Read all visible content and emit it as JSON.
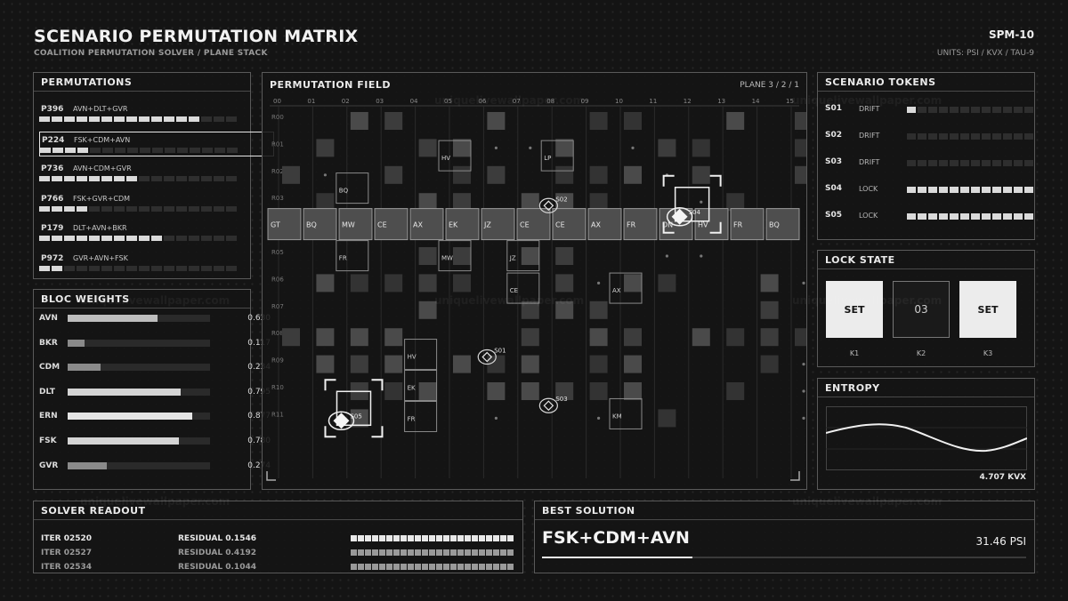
{
  "header": {
    "title": "SCENARIO PERMUTATION MATRIX",
    "subtitle": "COALITION PERMUTATION SOLVER / PLANE STACK",
    "code": "SPM-10",
    "units": "UNITS: PSI / KVX / TAU-9"
  },
  "permutations": {
    "title": "PERMUTATIONS",
    "items": [
      {
        "id": "P396",
        "seq": "AVN+DLT+GVR",
        "fill": 0.8,
        "selected": false
      },
      {
        "id": "P224",
        "seq": "FSK+CDM+AVN",
        "fill": 0.25,
        "selected": true
      },
      {
        "id": "P736",
        "seq": "AVN+CDM+GVR",
        "fill": 0.5,
        "selected": false
      },
      {
        "id": "P766",
        "seq": "FSK+GVR+CDM",
        "fill": 0.25,
        "selected": false
      },
      {
        "id": "P179",
        "seq": "DLT+AVN+BKR",
        "fill": 0.6,
        "selected": false
      },
      {
        "id": "P972",
        "seq": "GVR+AVN+FSK",
        "fill": 0.15,
        "selected": false
      }
    ]
  },
  "bloc_weights": {
    "title": "BLOC WEIGHTS",
    "items": [
      {
        "label": "AVN",
        "value": "0.630",
        "fraction": 0.63,
        "color": "#bdbdbd"
      },
      {
        "label": "BKR",
        "value": "0.117",
        "fraction": 0.117,
        "color": "#8a8a8a"
      },
      {
        "label": "CDM",
        "value": "0.234",
        "fraction": 0.234,
        "color": "#8a8a8a"
      },
      {
        "label": "DLT",
        "value": "0.795",
        "fraction": 0.795,
        "color": "#d4d4d4"
      },
      {
        "label": "ERN",
        "value": "0.877",
        "fraction": 0.877,
        "color": "#e4e4e4"
      },
      {
        "label": "FSK",
        "value": "0.780",
        "fraction": 0.78,
        "color": "#d4d4d4"
      },
      {
        "label": "GVR",
        "value": "0.274",
        "fraction": 0.274,
        "color": "#8a8a8a"
      }
    ]
  },
  "field": {
    "title": "PERMUTATION FIELD",
    "plane": "PLANE 3 / 2 / 1",
    "columns": [
      "00",
      "01",
      "02",
      "03",
      "04",
      "05",
      "06",
      "07",
      "08",
      "09",
      "10",
      "11",
      "12",
      "13",
      "14",
      "15"
    ],
    "rows": [
      "R00",
      "R01",
      "R02",
      "R03",
      "R04",
      "R05",
      "R06",
      "R07",
      "R08",
      "R09",
      "R10",
      "R11"
    ],
    "strip": [
      "GT",
      "BQ",
      "MW",
      "CE",
      "AX",
      "EK",
      "JZ",
      "CE",
      "CE",
      "AX",
      "FR",
      "DN",
      "HV",
      "FR",
      "BQ"
    ],
    "tags": [
      {
        "label": "HV",
        "col": 5,
        "row": 1.55
      },
      {
        "label": "LP",
        "col": 8,
        "row": 1.55
      },
      {
        "label": "BQ",
        "col": 2,
        "row": 2.75
      },
      {
        "label": "FR",
        "col": 2,
        "row": 5.25
      },
      {
        "label": "MW",
        "col": 5,
        "row": 5.25
      },
      {
        "label": "JZ",
        "col": 7,
        "row": 5.25
      },
      {
        "label": "CE",
        "col": 7,
        "row": 6.45
      },
      {
        "label": "AX",
        "col": 10,
        "row": 6.45
      },
      {
        "label": "HV",
        "col": 4,
        "row": 8.9
      },
      {
        "label": "EK",
        "col": 4,
        "row": 10.05
      },
      {
        "label": "FR",
        "col": 4,
        "row": 11.2
      },
      {
        "label": "KM",
        "col": 10,
        "row": 11.1
      }
    ],
    "markers": [
      {
        "label": "S01",
        "col": 6.1,
        "row": 8.8
      },
      {
        "label": "S02",
        "col": 7.9,
        "row": 3.2
      },
      {
        "label": "S03",
        "col": 7.9,
        "row": 10.6
      },
      {
        "label": "S04",
        "col": 12.1,
        "row": 3.15,
        "target": true
      },
      {
        "label": "S05",
        "col": 2.2,
        "row": 10.7,
        "target": true
      }
    ]
  },
  "tokens": {
    "title": "SCENARIO TOKENS",
    "items": [
      {
        "id": "S01",
        "state": "DRIFT",
        "on": 1
      },
      {
        "id": "S02",
        "state": "DRIFT",
        "on": 0
      },
      {
        "id": "S03",
        "state": "DRIFT",
        "on": 0
      },
      {
        "id": "S04",
        "state": "LOCK",
        "on": 12
      },
      {
        "id": "S05",
        "state": "LOCK",
        "on": 12
      }
    ]
  },
  "lock_state": {
    "title": "LOCK STATE",
    "boxes": [
      {
        "label": "K1",
        "value": "SET",
        "on": true
      },
      {
        "label": "K2",
        "value": "03",
        "on": false
      },
      {
        "label": "K3",
        "value": "SET",
        "on": true
      }
    ]
  },
  "entropy": {
    "title": "ENTROPY",
    "value": "4.707 KVX"
  },
  "solver": {
    "title": "SOLVER READOUT",
    "items": [
      {
        "iter": "ITER 02520",
        "residual": "RESIDUAL 0.1546",
        "color": "#e8e8e8"
      },
      {
        "iter": "ITER 02527",
        "residual": "RESIDUAL 0.4192",
        "color": "#9a9a9a"
      },
      {
        "iter": "ITER 02534",
        "residual": "RESIDUAL 0.1044",
        "color": "#9a9a9a"
      }
    ]
  },
  "best": {
    "title": "BEST SOLUTION",
    "value": "FSK+CDM+AVN",
    "psi": "31.46 PSI"
  },
  "watermark": "uniquelivewallpaper.com"
}
